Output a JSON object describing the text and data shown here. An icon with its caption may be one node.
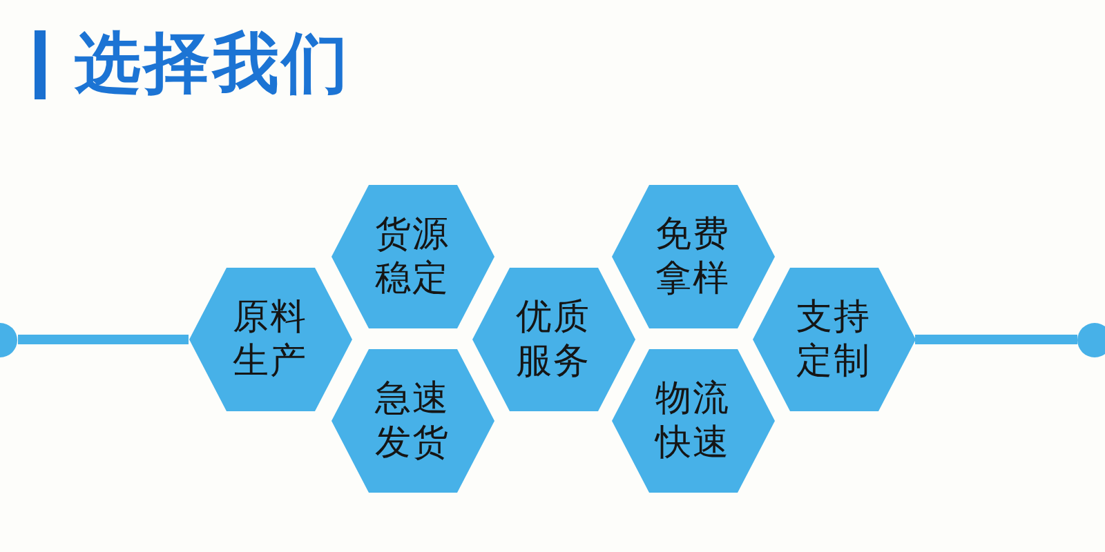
{
  "diagram": {
    "title": "选择我们",
    "nodes": [
      {
        "text": [],
        "shape": "circle"
      },
      {
        "text": [
          "原料生产"
        ]
      },
      {
        "text": [
          "货源稳定"
        ]
      },
      {
        "text": [
          "急速发货"
        ]
      },
      {
        "text": [
          "优质服务"
        ]
      },
      {
        "text": [
          "免费拿样"
        ]
      },
      {
        "text": [
          "物流快速"
        ]
      },
      {
        "text": [
          "支持定制"
        ]
      },
      {
        "text": [],
        "shape": "circle"
      }
    ],
    "edges": [
      {
        "from": 0,
        "to": 1,
        "arrow": "none"
      },
      {
        "from": 7,
        "to": 8,
        "arrow": "none"
      }
    ]
  }
}
